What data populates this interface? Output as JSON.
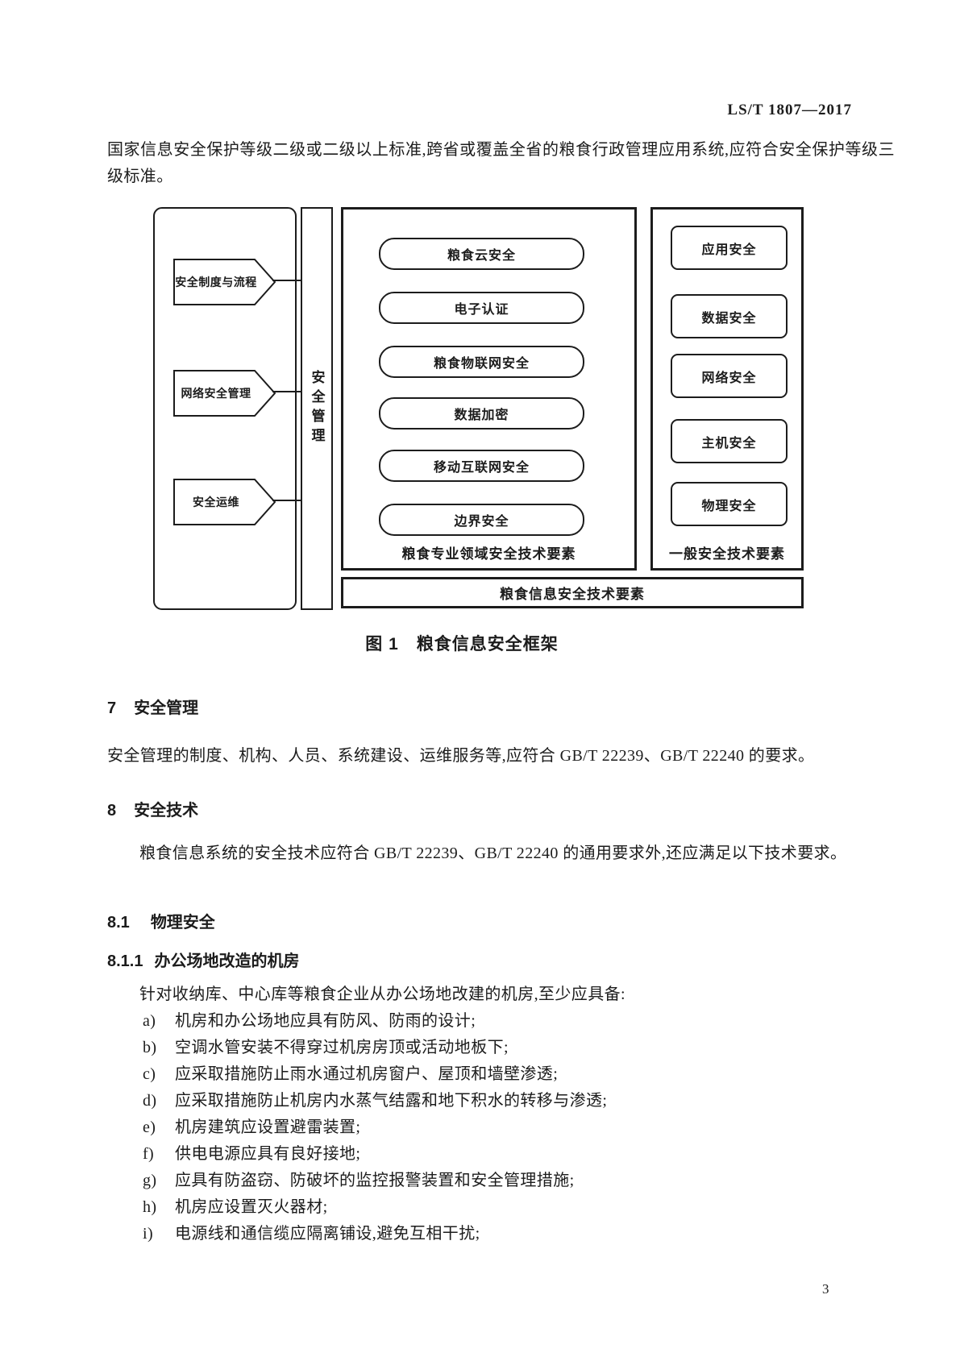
{
  "header": {
    "standard_number": "LS/T 1807—2017"
  },
  "intro": {
    "text": "国家信息安全保护等级二级或二级以上标准,跨省或覆盖全省的粮食行政管理应用系统,应符合安全保护等级三级标准。"
  },
  "figure": {
    "caption": "图 1　粮食信息安全框架",
    "management_bar": "安全管理",
    "left_items": [
      "安全制度与流程",
      "网络安全管理",
      "安全运维"
    ],
    "middle_items": [
      "粮食云安全",
      "电子认证",
      "粮食物联网安全",
      "数据加密",
      "移动互联网安全",
      "边界安全"
    ],
    "middle_caption": "粮食专业领域安全技术要素",
    "right_items": [
      "应用安全",
      "数据安全",
      "网络安全",
      "主机安全",
      "物理安全"
    ],
    "right_caption": "一般安全技术要素",
    "bottom_bar": "粮食信息安全技术要素"
  },
  "sections": {
    "s7": {
      "number": "7",
      "title": "安全管理",
      "body": "安全管理的制度、机构、人员、系统建设、运维服务等,应符合 GB/T 22239、GB/T 22240 的要求。"
    },
    "s8": {
      "number": "8",
      "title": "安全技术",
      "body": "粮食信息系统的安全技术应符合 GB/T 22239、GB/T 22240 的通用要求外,还应满足以下技术要求。"
    },
    "s81": {
      "number": "8.1",
      "title": "物理安全"
    },
    "s811": {
      "number": "8.1.1",
      "title": "办公场地改造的机房",
      "intro": "针对收纳库、中心库等粮食企业从办公场地改建的机房,至少应具备:"
    }
  },
  "list": [
    {
      "label": "a)",
      "text": "机房和办公场地应具有防风、防雨的设计;"
    },
    {
      "label": "b)",
      "text": "空调水管安装不得穿过机房房顶或活动地板下;"
    },
    {
      "label": "c)",
      "text": "应采取措施防止雨水通过机房窗户、屋顶和墙壁渗透;"
    },
    {
      "label": "d)",
      "text": "应采取措施防止机房内水蒸气结露和地下积水的转移与渗透;"
    },
    {
      "label": "e)",
      "text": "机房建筑应设置避雷装置;"
    },
    {
      "label": "f)",
      "text": "供电电源应具有良好接地;"
    },
    {
      "label": "g)",
      "text": "应具有防盗窃、防破坏的监控报警装置和安全管理措施;"
    },
    {
      "label": "h)",
      "text": "机房应设置灭火器材;"
    },
    {
      "label": "i)",
      "text": "电源线和通信缆应隔离铺设,避免互相干扰;"
    }
  ],
  "footer": {
    "page_number": "3"
  }
}
